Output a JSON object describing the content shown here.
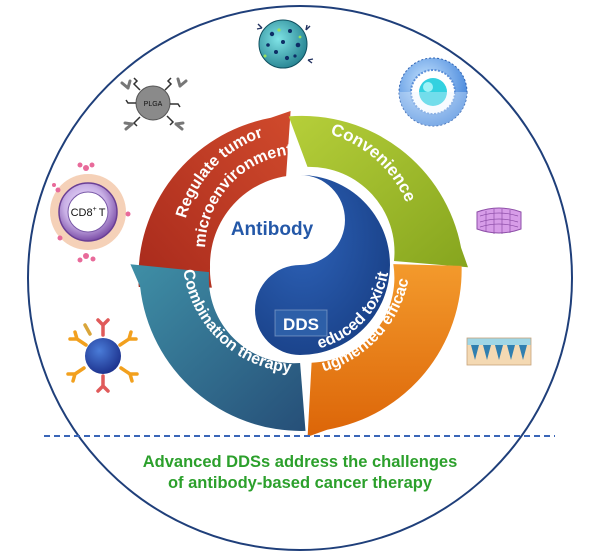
{
  "center": {
    "top_label": "Antibody",
    "bottom_label": "DDS"
  },
  "segments": {
    "regulate_line1": "Regulate tumor",
    "regulate_line2": "microenvironment",
    "convenience": "Convenience",
    "augmented_line1": "Augmented efficacy",
    "augmented_line2": "Reduced toxicity",
    "combination": "Combination therapy"
  },
  "icons": {
    "plga_label": "PLGA",
    "cd8_label": "CD8",
    "cd8_sup": "+",
    "cd8_t": "T"
  },
  "caption": {
    "line1": "Advanced DDSs address the challenges",
    "line2": "of antibody-based cancer therapy"
  },
  "colors": {
    "outer_circle": "#1f3f7a",
    "regulate": "#c0392b",
    "convenience": "#9dbb2a",
    "augmented": "#ec7a14",
    "combination": "#2e6d86",
    "yin_dark": "#1e4d9c",
    "antibody_text": "#2458a8",
    "caption": "#2ca02c",
    "dashed_line": "#3a66b8"
  }
}
